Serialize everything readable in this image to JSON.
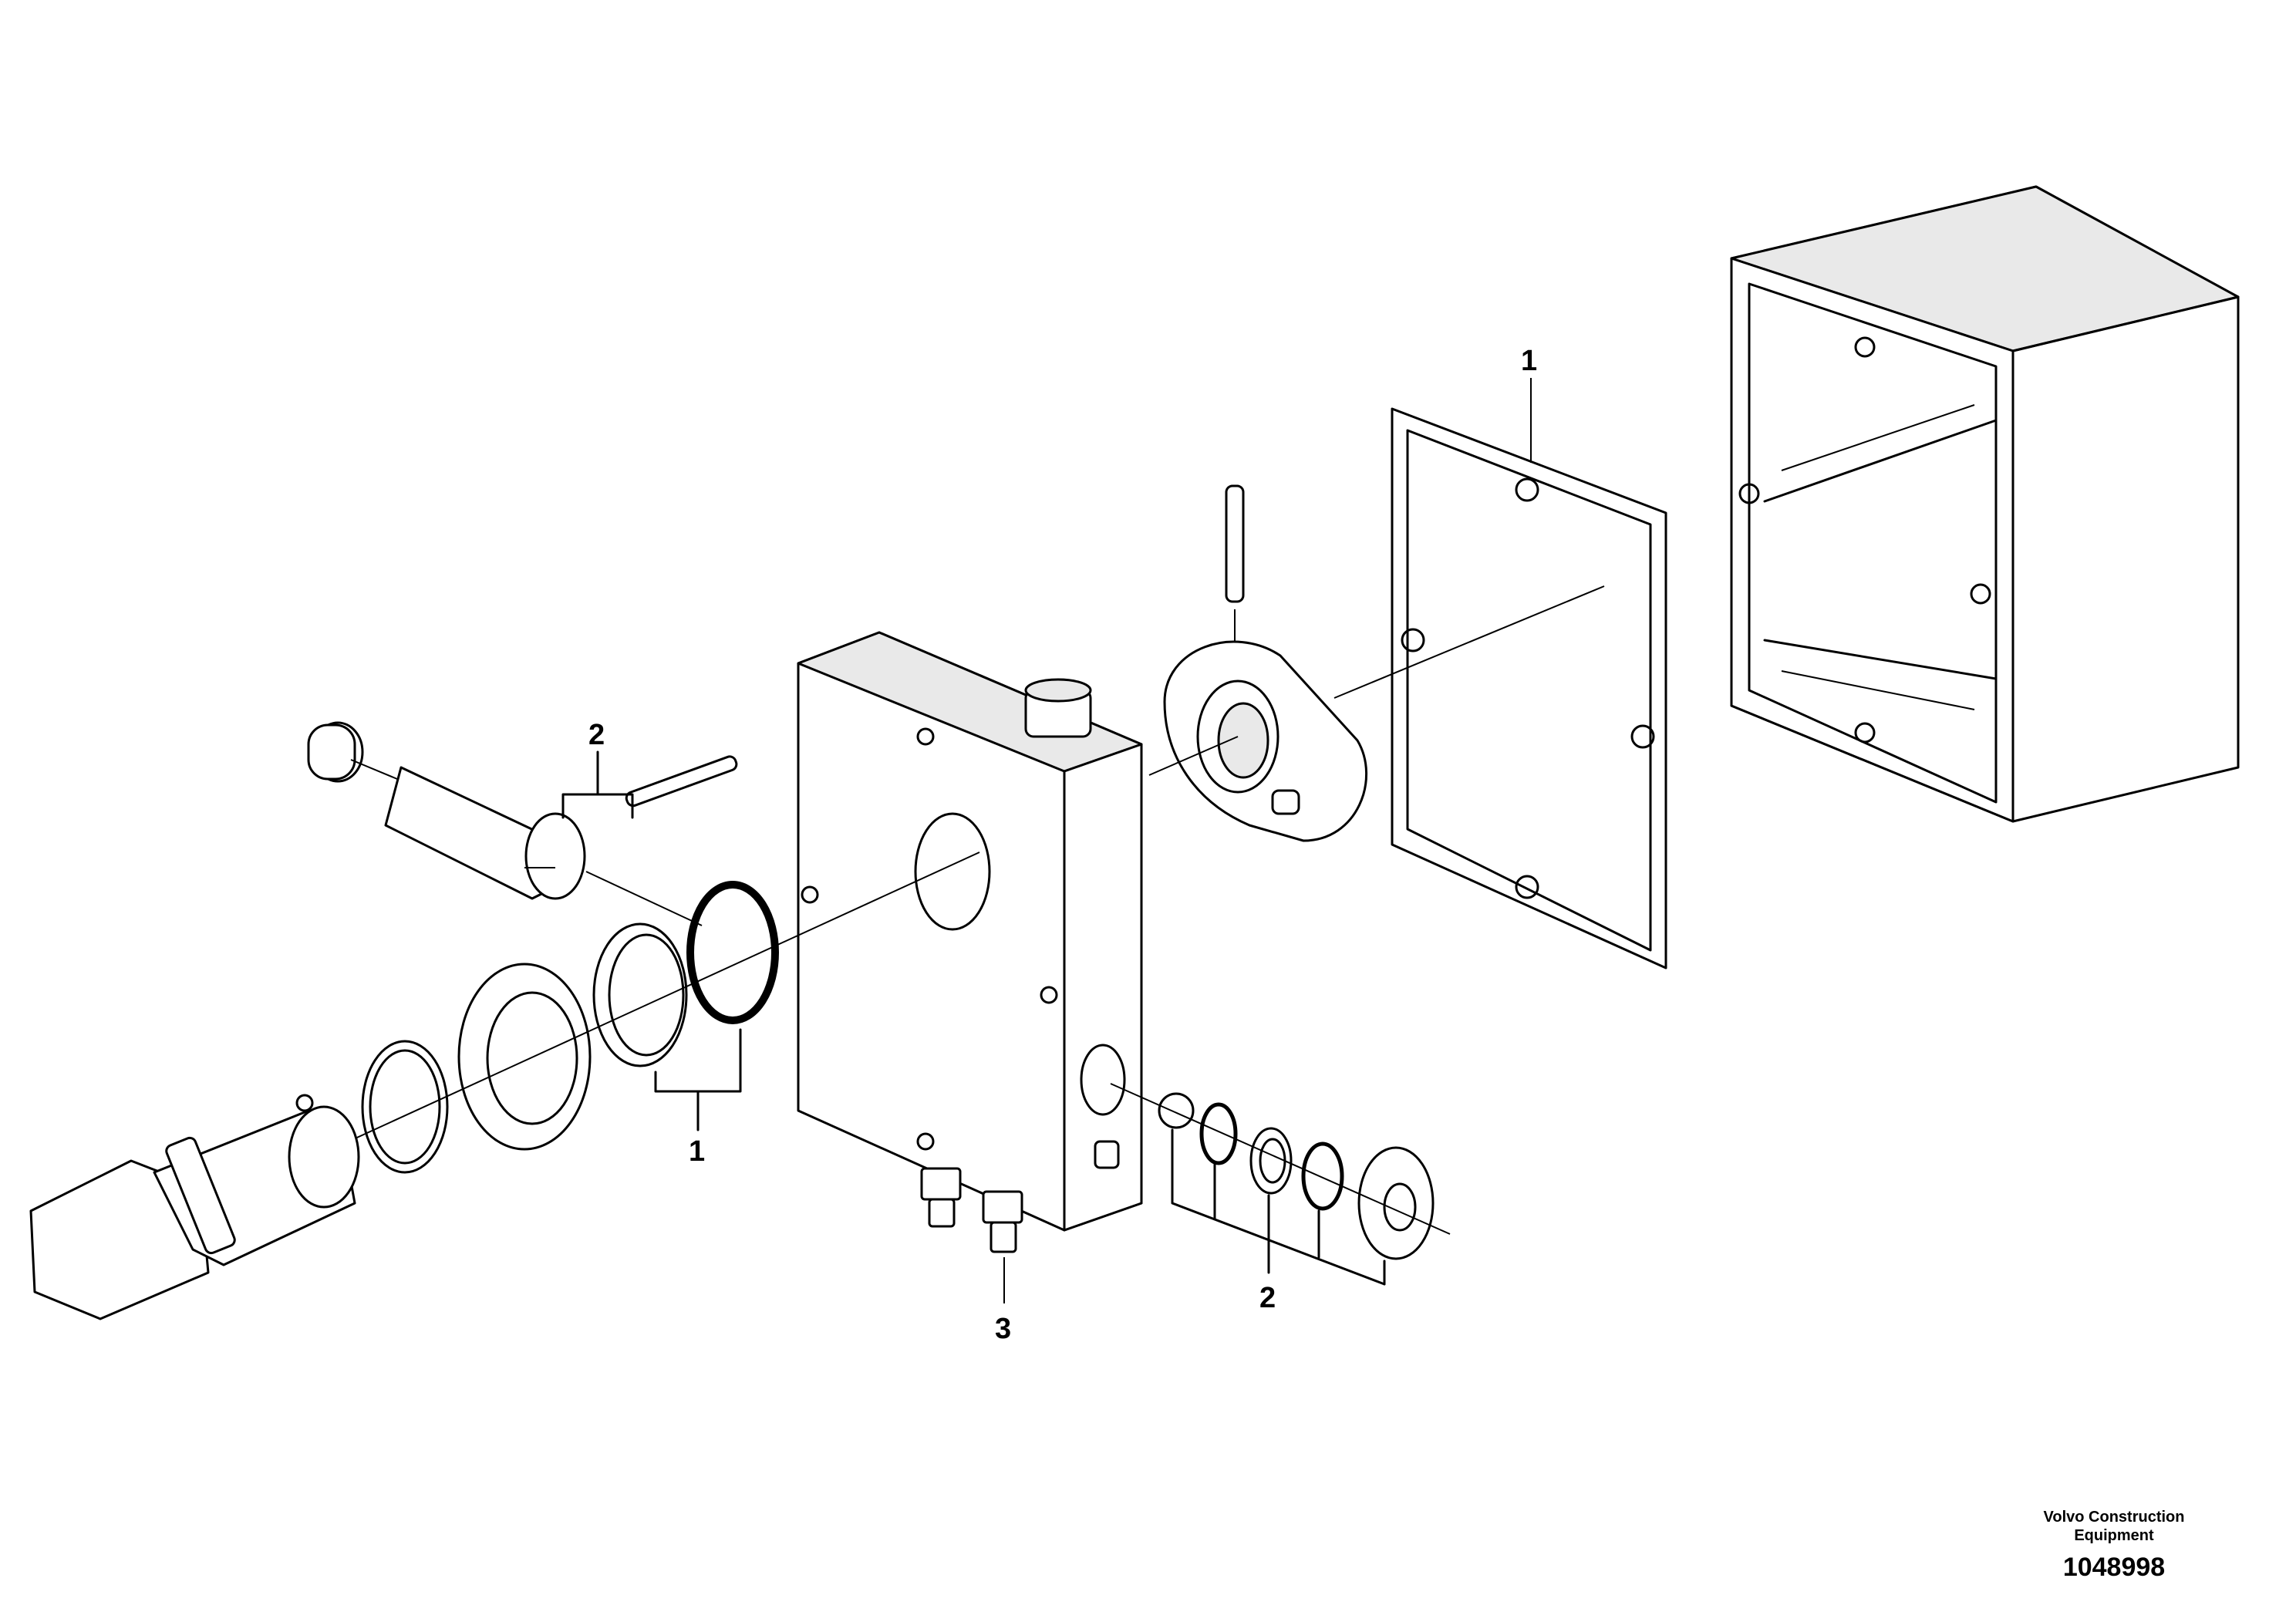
{
  "callouts": {
    "gasket_frame": "1",
    "valve_cartridge_kit": "2",
    "seal_kit": "1",
    "fitting": "3",
    "oring_kit": "2"
  },
  "footer": {
    "company_line1": "Volvo Construction",
    "company_line2": "Equipment",
    "document_number": "1048998"
  }
}
